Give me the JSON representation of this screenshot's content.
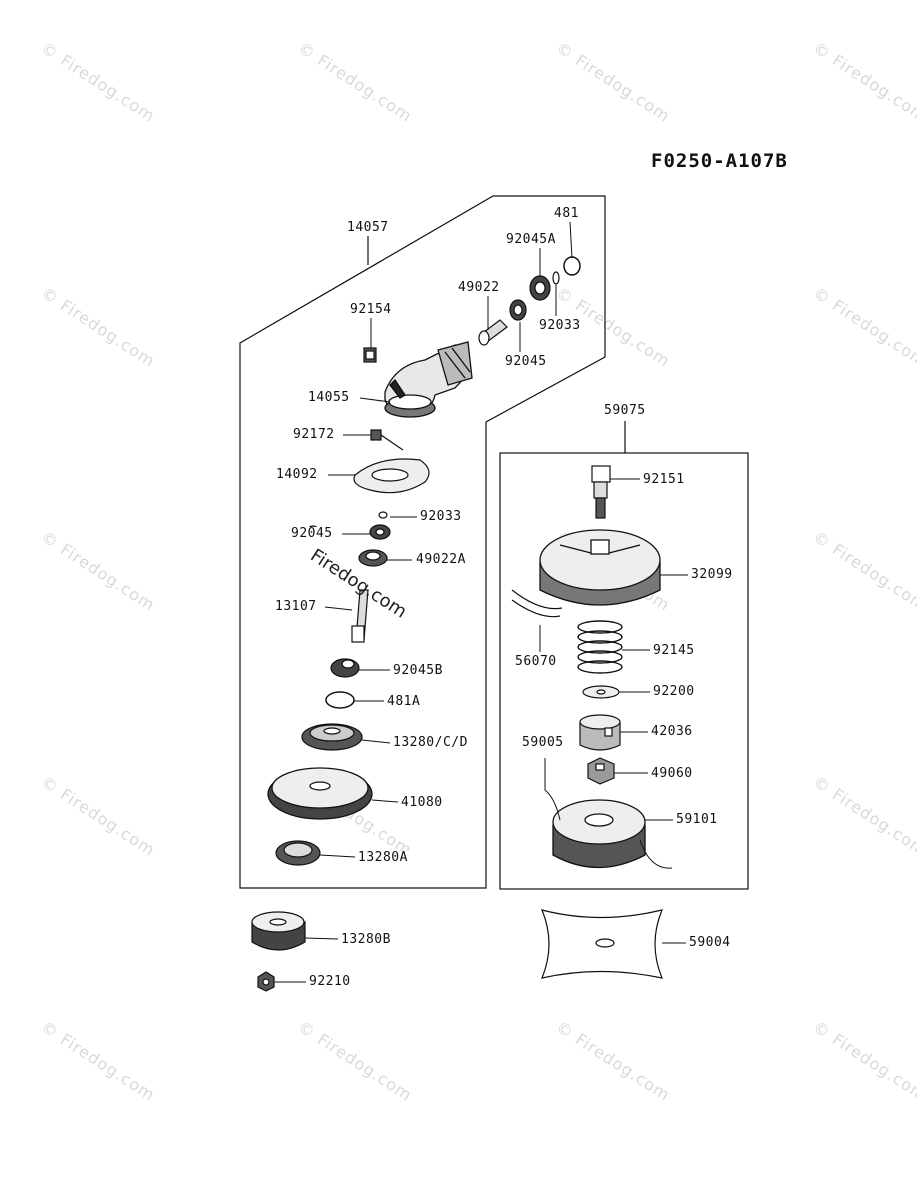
{
  "diagram_code": "F0250-A107B",
  "watermark": "© Firedog.com",
  "center_watermark": "Firedog.com",
  "part_labels": {
    "p14057": "14057",
    "p481": "481",
    "p92045A": "92045A",
    "p49022": "49022",
    "p92154": "92154",
    "p92033_top": "92033",
    "p92045_top": "92045",
    "p14055": "14055",
    "p92172": "92172",
    "p14092": "14092",
    "p92033_mid": "92033",
    "p92045_mid": "92045",
    "p49022A": "49022A",
    "p13107": "13107",
    "p92045B": "92045B",
    "p481A": "481A",
    "p13280GD": "13280/C/D",
    "p41080": "41080",
    "p13280A": "13280A",
    "p13280B": "13280B",
    "p92210": "92210",
    "p59075": "59075",
    "p92151": "92151",
    "p32099": "32099",
    "p56070": "56070",
    "p92145": "92145",
    "p92200": "92200",
    "p59005": "59005",
    "p42036": "42036",
    "p49060": "49060",
    "p59101": "59101",
    "p59004": "59004"
  }
}
